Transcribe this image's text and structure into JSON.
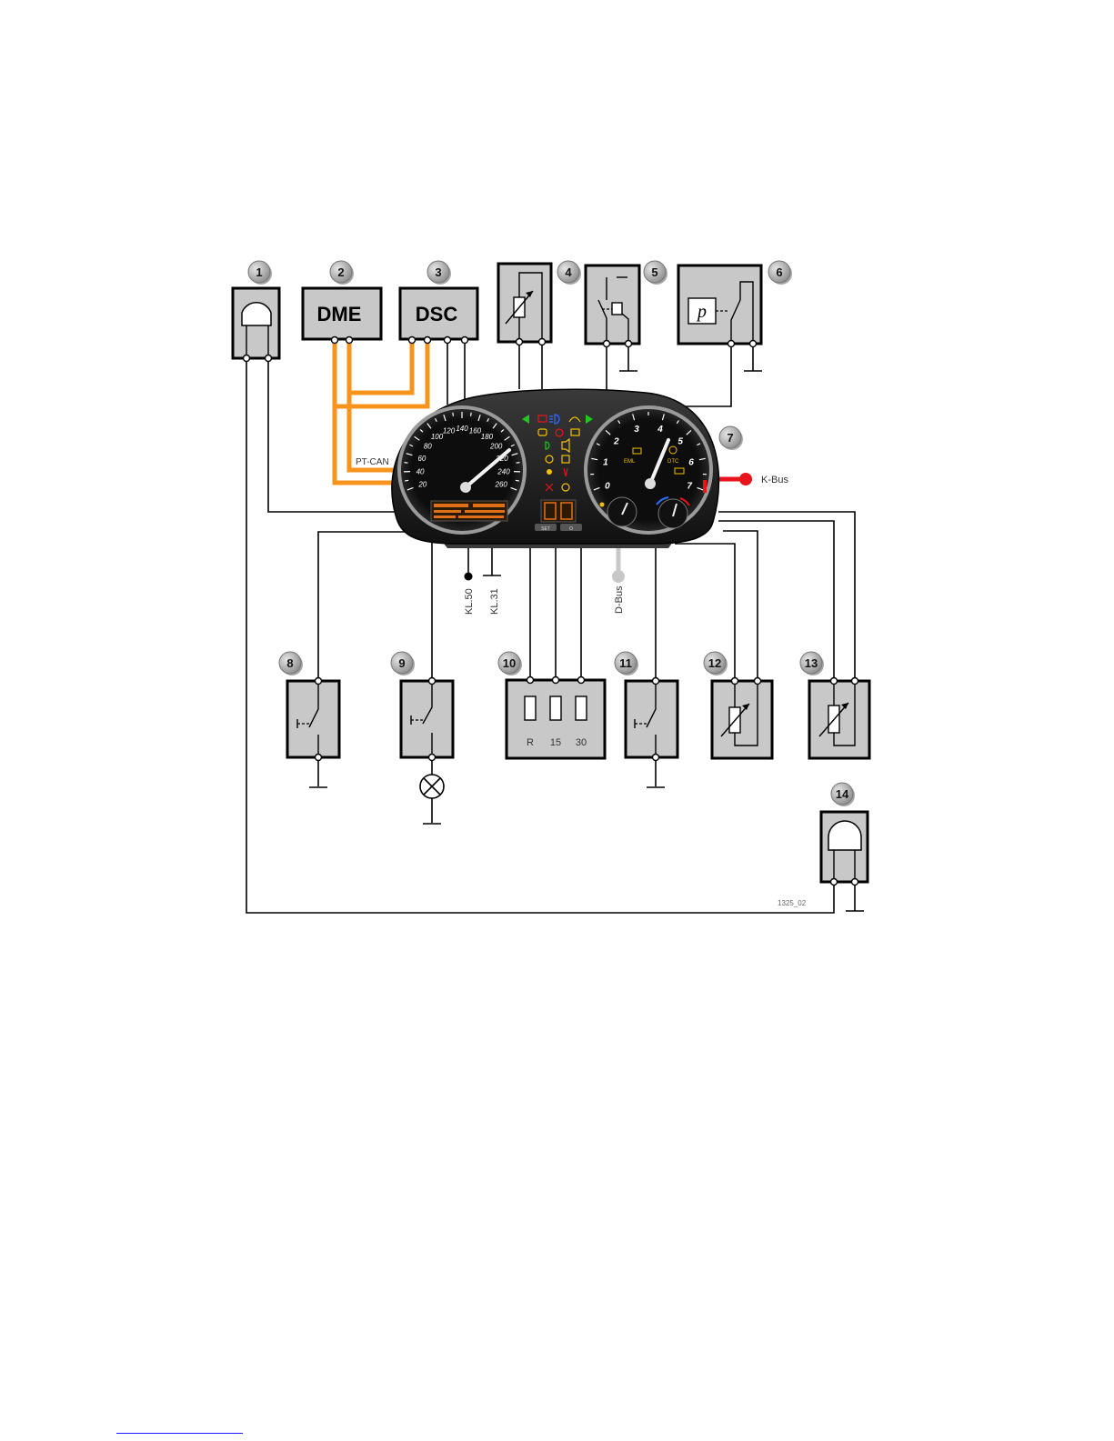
{
  "diagram": {
    "ref_code": "1325_02",
    "buses": {
      "pt_can": "PT-CAN",
      "k_bus": "K-Bus",
      "d_bus": "D-Bus"
    },
    "terminals": {
      "kl50": "KL.50",
      "kl31": "KL.31"
    },
    "components": {
      "c1": {
        "number": "1"
      },
      "c2": {
        "number": "2",
        "label": "DME"
      },
      "c3": {
        "number": "3",
        "label": "DSC"
      },
      "c4": {
        "number": "4"
      },
      "c5": {
        "number": "5"
      },
      "c6": {
        "number": "6",
        "symbol": "p"
      },
      "c7": {
        "number": "7"
      },
      "c8": {
        "number": "8"
      },
      "c9": {
        "number": "9"
      },
      "c10": {
        "number": "10",
        "fuses": [
          "R",
          "15",
          "30"
        ]
      },
      "c11": {
        "number": "11"
      },
      "c12": {
        "number": "12"
      },
      "c13": {
        "number": "13"
      },
      "c14": {
        "number": "14"
      }
    },
    "cluster": {
      "speedo_ticks": [
        "20",
        "40",
        "60",
        "80",
        "100",
        "120",
        "140",
        "160",
        "180",
        "200",
        "220",
        "240",
        "260"
      ],
      "tacho_ticks": [
        "0",
        "1",
        "2",
        "3",
        "4",
        "5",
        "6",
        "7"
      ],
      "tacho_labels": {
        "eml": "EML",
        "dtc": "DTC"
      },
      "buttons": [
        "SET",
        "O"
      ]
    },
    "colors": {
      "pt_can": "#f7941d",
      "k_bus": "#e8141b",
      "d_bus": "#c8c8c8",
      "box_fill": "#c8c8c8",
      "wire": "#000000"
    }
  }
}
